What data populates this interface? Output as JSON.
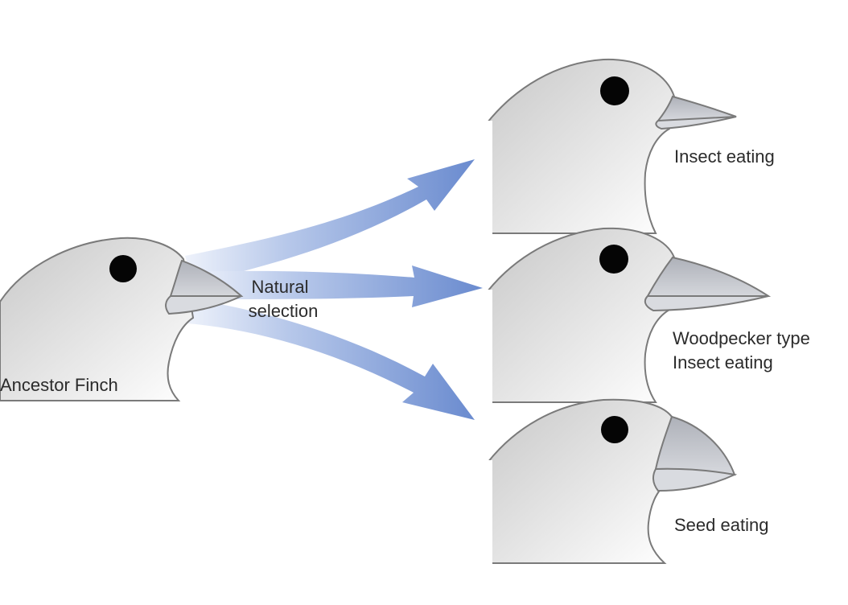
{
  "ancestor": {
    "label": "Ancestor Finch"
  },
  "process": {
    "line1": "Natural",
    "line2": "selection"
  },
  "descendants": [
    {
      "lines": [
        "Insect eating"
      ]
    },
    {
      "lines": [
        "Woodpecker type",
        "Insect eating"
      ]
    },
    {
      "lines": [
        "Seed eating"
      ]
    }
  ],
  "colors": {
    "arrow": "#6f8fd0",
    "arrow_light": "#e3ebf8",
    "head_dark": "#c9c9c9",
    "head_light": "#f8f8f8",
    "beak": "#b9bbc2",
    "outline": "#7a7a7a",
    "eye": "#050505"
  }
}
